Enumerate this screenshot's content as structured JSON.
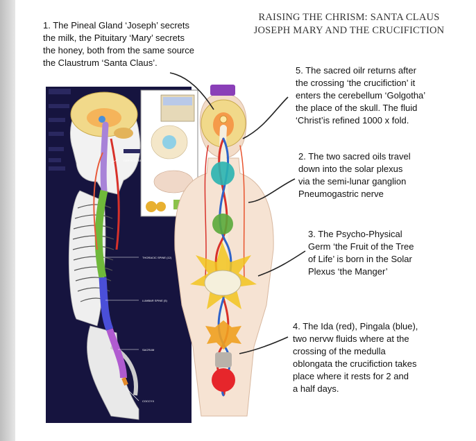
{
  "title": {
    "line1": "RAISING THE CHRISM: SANTA CLAUS",
    "line2": "JOSEPH MARY AND THE CRUCIFICTION"
  },
  "annotations": [
    {
      "id": "1",
      "lines": [
        "1. The Pineal Gland ‘Joseph’ secrets",
        "the milk, the Pituitary ‘Mary’ secrets",
        "the honey, both from the same source",
        "the Claustrum ‘Santa Claus’."
      ]
    },
    {
      "id": "5",
      "lines": [
        "5. The sacred oilr returns after",
        "the crossing ‘the crucifiction’ it",
        "enters the cerebellum ‘Golgotha’",
        "the place of the skull. The fluid",
        "‘Christ’is refined 1000 x fold."
      ]
    },
    {
      "id": "2",
      "lines": [
        "2. The two sacred oils travel",
        "down into the solar plexus",
        "via the semi-lunar ganglion",
        "Pneumogastric nerve"
      ]
    },
    {
      "id": "3",
      "lines": [
        "3. The Psycho-Physical",
        "Germ ‘the Fruit of the Tree",
        "of Life’ is born in the Solar",
        "Plexus ‘the Manger’"
      ]
    },
    {
      "id": "4",
      "lines": [
        "4. The Ida (red), Pingala (blue),",
        "two nervw fluids where at the",
        "crossing of the medulla",
        "oblongata the crucifiction takes",
        "place where it rests for 2 and",
        "a half days."
      ]
    }
  ],
  "spine_labels": {
    "cervical": "CERVICAL SPINE (7)",
    "thoracic": "THORACIC SPINE (12)",
    "lumbar": "LUMBAR SPINE (5)",
    "sacrum": "SACRUM",
    "coccyx": "COCCYX"
  },
  "colors": {
    "panel_dark": "#16143f",
    "ida_red": "#d8312a",
    "pingala_blue": "#2e63c9",
    "spine_green": "#6fb83a",
    "spine_blue": "#4a4fd8",
    "spine_purple": "#b05bd0",
    "solar_yellow": "#f2c41f",
    "chakra_teal": "#2ab3b0",
    "chakra_green": "#5aa83a",
    "chakra_red": "#e6262b"
  }
}
